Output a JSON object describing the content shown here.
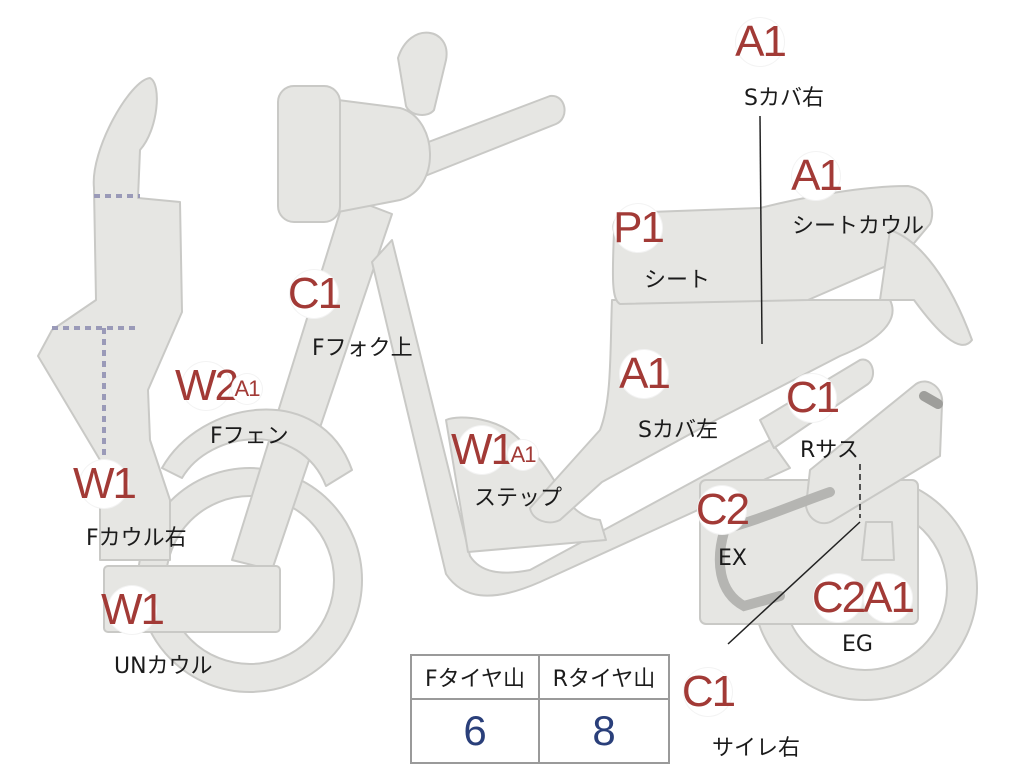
{
  "labels": {
    "s_cover_right": {
      "grades": [
        "A1"
      ],
      "name": "Sカバ右"
    },
    "seat_cowl": {
      "grades": [
        "A1"
      ],
      "name": "シートカウル"
    },
    "seat": {
      "grades": [
        "P1"
      ],
      "name": "シート"
    },
    "f_fork_upper": {
      "grades": [
        "C1"
      ],
      "name": "Fフォク上"
    },
    "f_fender": {
      "grades": [
        "W2",
        "A1"
      ],
      "name": "Fフェン"
    },
    "s_cover_left": {
      "grades": [
        "A1"
      ],
      "name": "Sカバ左"
    },
    "r_suspension": {
      "grades": [
        "C1"
      ],
      "name": "Rサス"
    },
    "step": {
      "grades": [
        "W1",
        "A1"
      ],
      "name": "ステップ"
    },
    "f_cowl_right": {
      "grades": [
        "W1"
      ],
      "name": "Fカウル右"
    },
    "exhaust": {
      "grades": [
        "C2"
      ],
      "name": "EX"
    },
    "engine": {
      "grades": [
        "C2",
        "A1"
      ],
      "name": "EG"
    },
    "under_cowl": {
      "grades": [
        "W1"
      ],
      "name": "UNカウル"
    },
    "silencer_right": {
      "grades": [
        "C1"
      ],
      "name": "サイレ右"
    }
  },
  "tire_table": {
    "front_label": "Fタイヤ山",
    "rear_label": "Rタイヤ山",
    "front_value": "6",
    "rear_value": "8"
  },
  "colors": {
    "body_fill": "#e6e6e3",
    "outline": "#c9c9c6",
    "grade_text": "#a23a36",
    "tire_value": "#2a3f7a"
  }
}
